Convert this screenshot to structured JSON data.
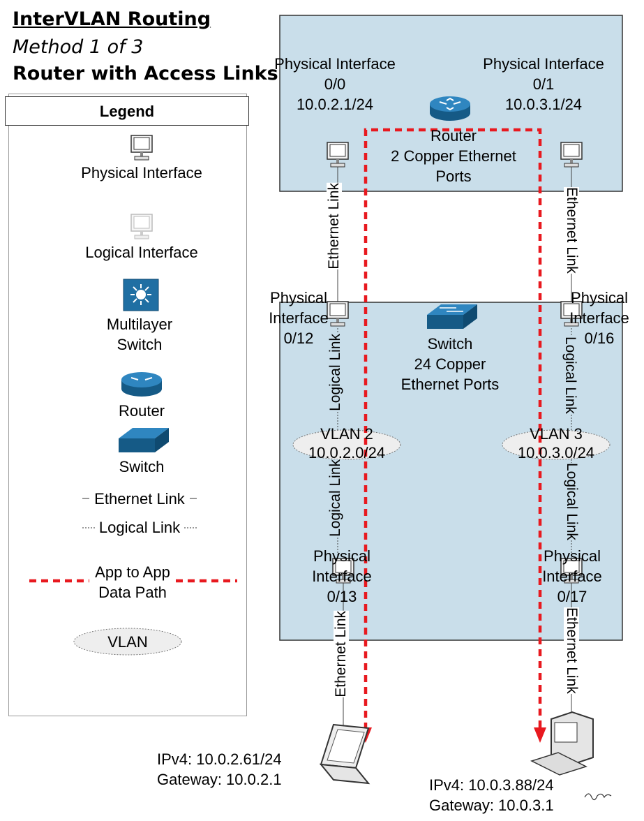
{
  "title": {
    "main": "InterVLAN Routing",
    "method": "Method 1 of 3",
    "subtitle": "Router with Access Links"
  },
  "legend": {
    "title": "Legend",
    "physical_interface": "Physical Interface",
    "logical_interface": "Logical Interface",
    "multilayer_switch": [
      "Multilayer",
      "Switch"
    ],
    "router": "Router",
    "switch": "Switch",
    "ethernet_link": "Ethernet Link",
    "logical_link": "Logical Link",
    "data_path": [
      "App to App",
      "Data Path"
    ],
    "vlan": "VLAN"
  },
  "router": {
    "label": [
      "Router",
      "2 Copper Ethernet",
      "Ports"
    ],
    "if0": [
      "Physical Interface",
      "0/0",
      "10.0.2.1/24"
    ],
    "if1": [
      "Physical Interface",
      "0/1",
      "10.0.3.1/24"
    ]
  },
  "switch": {
    "label": [
      "Switch",
      "24 Copper",
      "Ethernet Ports"
    ],
    "if12": [
      "Physical",
      "Interface",
      "0/12"
    ],
    "if16": [
      "Physical",
      "Interface",
      "0/16"
    ],
    "if13": [
      "Physical",
      "Interface",
      "0/13"
    ],
    "if17": [
      "Physical",
      "Interface",
      "0/17"
    ]
  },
  "vlans": [
    {
      "name": "VLAN 2",
      "subnet": "10.0.2.0/24"
    },
    {
      "name": "VLAN 3",
      "subnet": "10.0.3.0/24"
    }
  ],
  "links": {
    "ethernet": "Ethernet Link",
    "logical": "Logical Link"
  },
  "hosts": [
    {
      "ipv4": "IPv4: 10.0.2.61/24",
      "gateway": "Gateway: 10.0.2.1"
    },
    {
      "ipv4": "IPv4: 10.0.3.88/24",
      "gateway": "Gateway: 10.0.3.1"
    }
  ],
  "colors": {
    "box_fill": "#c9deea",
    "router_blue": "#1f6fa3",
    "data_path": "#e8191f"
  }
}
